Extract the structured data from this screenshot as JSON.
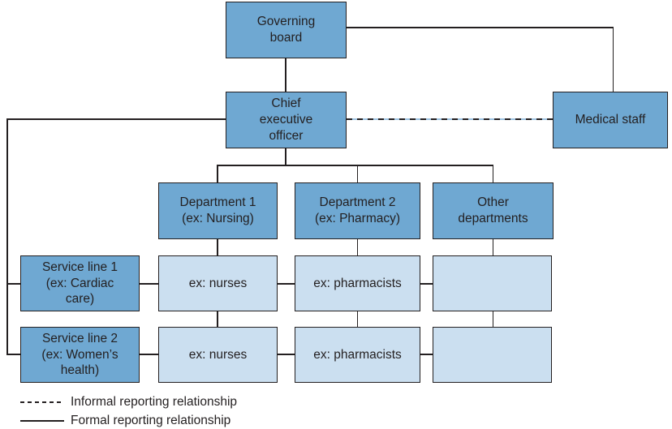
{
  "colors": {
    "node-fill": "#6fa8d2",
    "cell-fill": "#cbdff0",
    "line": "#231f20",
    "dash-gap": "#9cc2e0",
    "text": "#231f20",
    "background": "#ffffff"
  },
  "nodes": {
    "governing_board": {
      "label": "Governing\nboard"
    },
    "ceo": {
      "label": "Chief\nexecutive\nofficer"
    },
    "medical_staff": {
      "label": "Medical staff"
    },
    "department_1": {
      "label": "Department 1\n(ex: Nursing)"
    },
    "department_2": {
      "label": "Department 2\n(ex: Pharmacy)"
    },
    "other_departments": {
      "label": "Other\ndepartments"
    },
    "service_line_1": {
      "label": "Service line 1\n(ex: Cardiac\ncare)"
    },
    "service_line_2": {
      "label": "Service line 2\n(ex: Women’s\nhealth)"
    },
    "nurses_row1": {
      "label": "ex: nurses"
    },
    "pharmacists_row1": {
      "label": "ex: pharmacists"
    },
    "empty_row1": {
      "label": ""
    },
    "nurses_row2": {
      "label": "ex: nurses"
    },
    "pharmacists_row2": {
      "label": "ex: pharmacists"
    },
    "empty_row2": {
      "label": ""
    }
  },
  "legend": {
    "informal": "Informal reporting relationship",
    "formal": "Formal reporting relationship"
  }
}
